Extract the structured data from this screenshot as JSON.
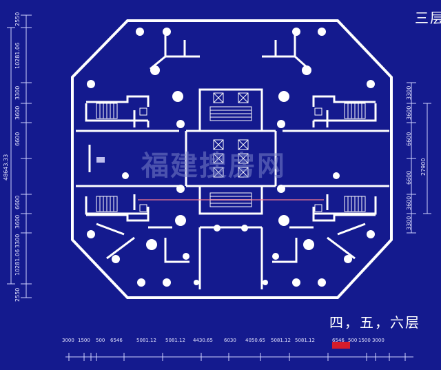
{
  "titles": {
    "top_floor_partial": "三层",
    "bottom_floors": "四，五，六层"
  },
  "left_dimensions": [
    "2550",
    "10281.06",
    "3300",
    "3600",
    "6600",
    "48643.33",
    "6600",
    "3600",
    "3300",
    "10281.06",
    "2550"
  ],
  "right_dimensions": [
    "3300",
    "3600",
    "6600",
    "27900",
    "6600",
    "3600",
    "3300"
  ],
  "bottom_dimensions": [
    "3000",
    "1500",
    "500",
    "6546",
    "5081.12",
    "5081.12",
    "4430.65",
    "6030",
    "4050.65",
    "5081.12",
    "5081.12",
    "6546",
    "500",
    "1500",
    "3000"
  ],
  "watermark": "福建搜房网",
  "colors": {
    "background": "#141a8e",
    "lines": "#ffffff",
    "stamp": "#d41c2c"
  }
}
